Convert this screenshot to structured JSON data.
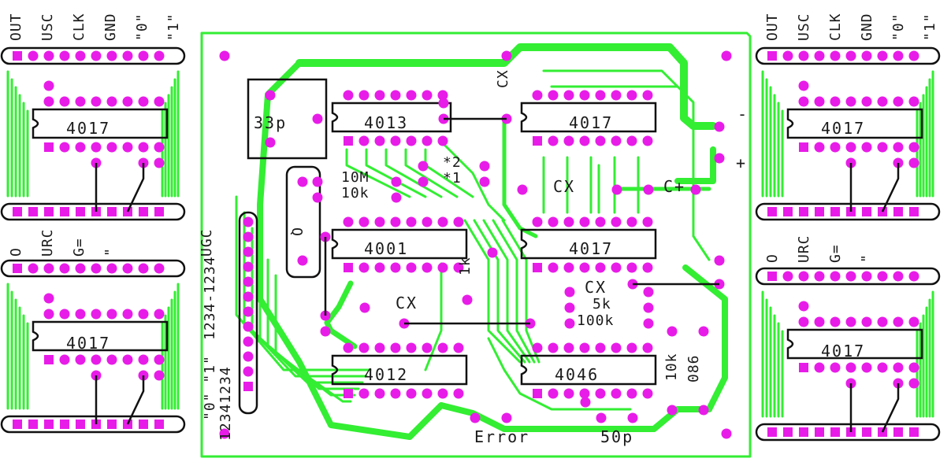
{
  "colors": {
    "trace": "#33ee33",
    "pad": "#e81ce8",
    "pad_square": "#e81ce8",
    "wire": "#111111",
    "text": "#1a1a1a",
    "red_dot": "#ff2222"
  },
  "chips": {
    "main_4013": "4013",
    "main_4017_top": "4017",
    "main_4001": "4001",
    "main_4017_mid": "4017",
    "main_4012": "4012",
    "main_4046": "4046",
    "left_top_4017": "4017",
    "left_bot_4017": "4017",
    "right_top_4017": "4017",
    "right_bot_4017": "4017"
  },
  "labels": {
    "cap_33p": "33p",
    "crystal_q": "Q",
    "r_10m": "10M",
    "r_10k": "10k",
    "jumper_2": "*2",
    "jumper_1": "*1",
    "cx_top": "CX",
    "cx_mid": "CX",
    "c_plus": "C+",
    "minus": "-",
    "plus": "+",
    "r_1k": "1k",
    "cx_left": "CX",
    "cx_4046": "CX",
    "r_5k": "5k",
    "r_100k": "100k",
    "r_10k_v": "10k",
    "c_086": "086",
    "error": "Error",
    "c_50p": "50p",
    "vert_ugc": "UGC",
    "vert_code": "1234-1234",
    "vert_quotes": "\"0\" \"1\"",
    "vert_digits": "12341234"
  },
  "headers": {
    "left_top": [
      "OUT",
      "USC",
      "CLK",
      "GND",
      "\"0\"",
      "\"1\""
    ],
    "left_bot": [
      "O",
      "URC",
      "G=",
      "\""
    ],
    "right_top": [
      "OUT",
      "USC",
      "CLK",
      "GND",
      "\"0\"",
      "\"1\""
    ],
    "right_bot": [
      "O",
      "URC",
      "G=",
      "\""
    ]
  }
}
